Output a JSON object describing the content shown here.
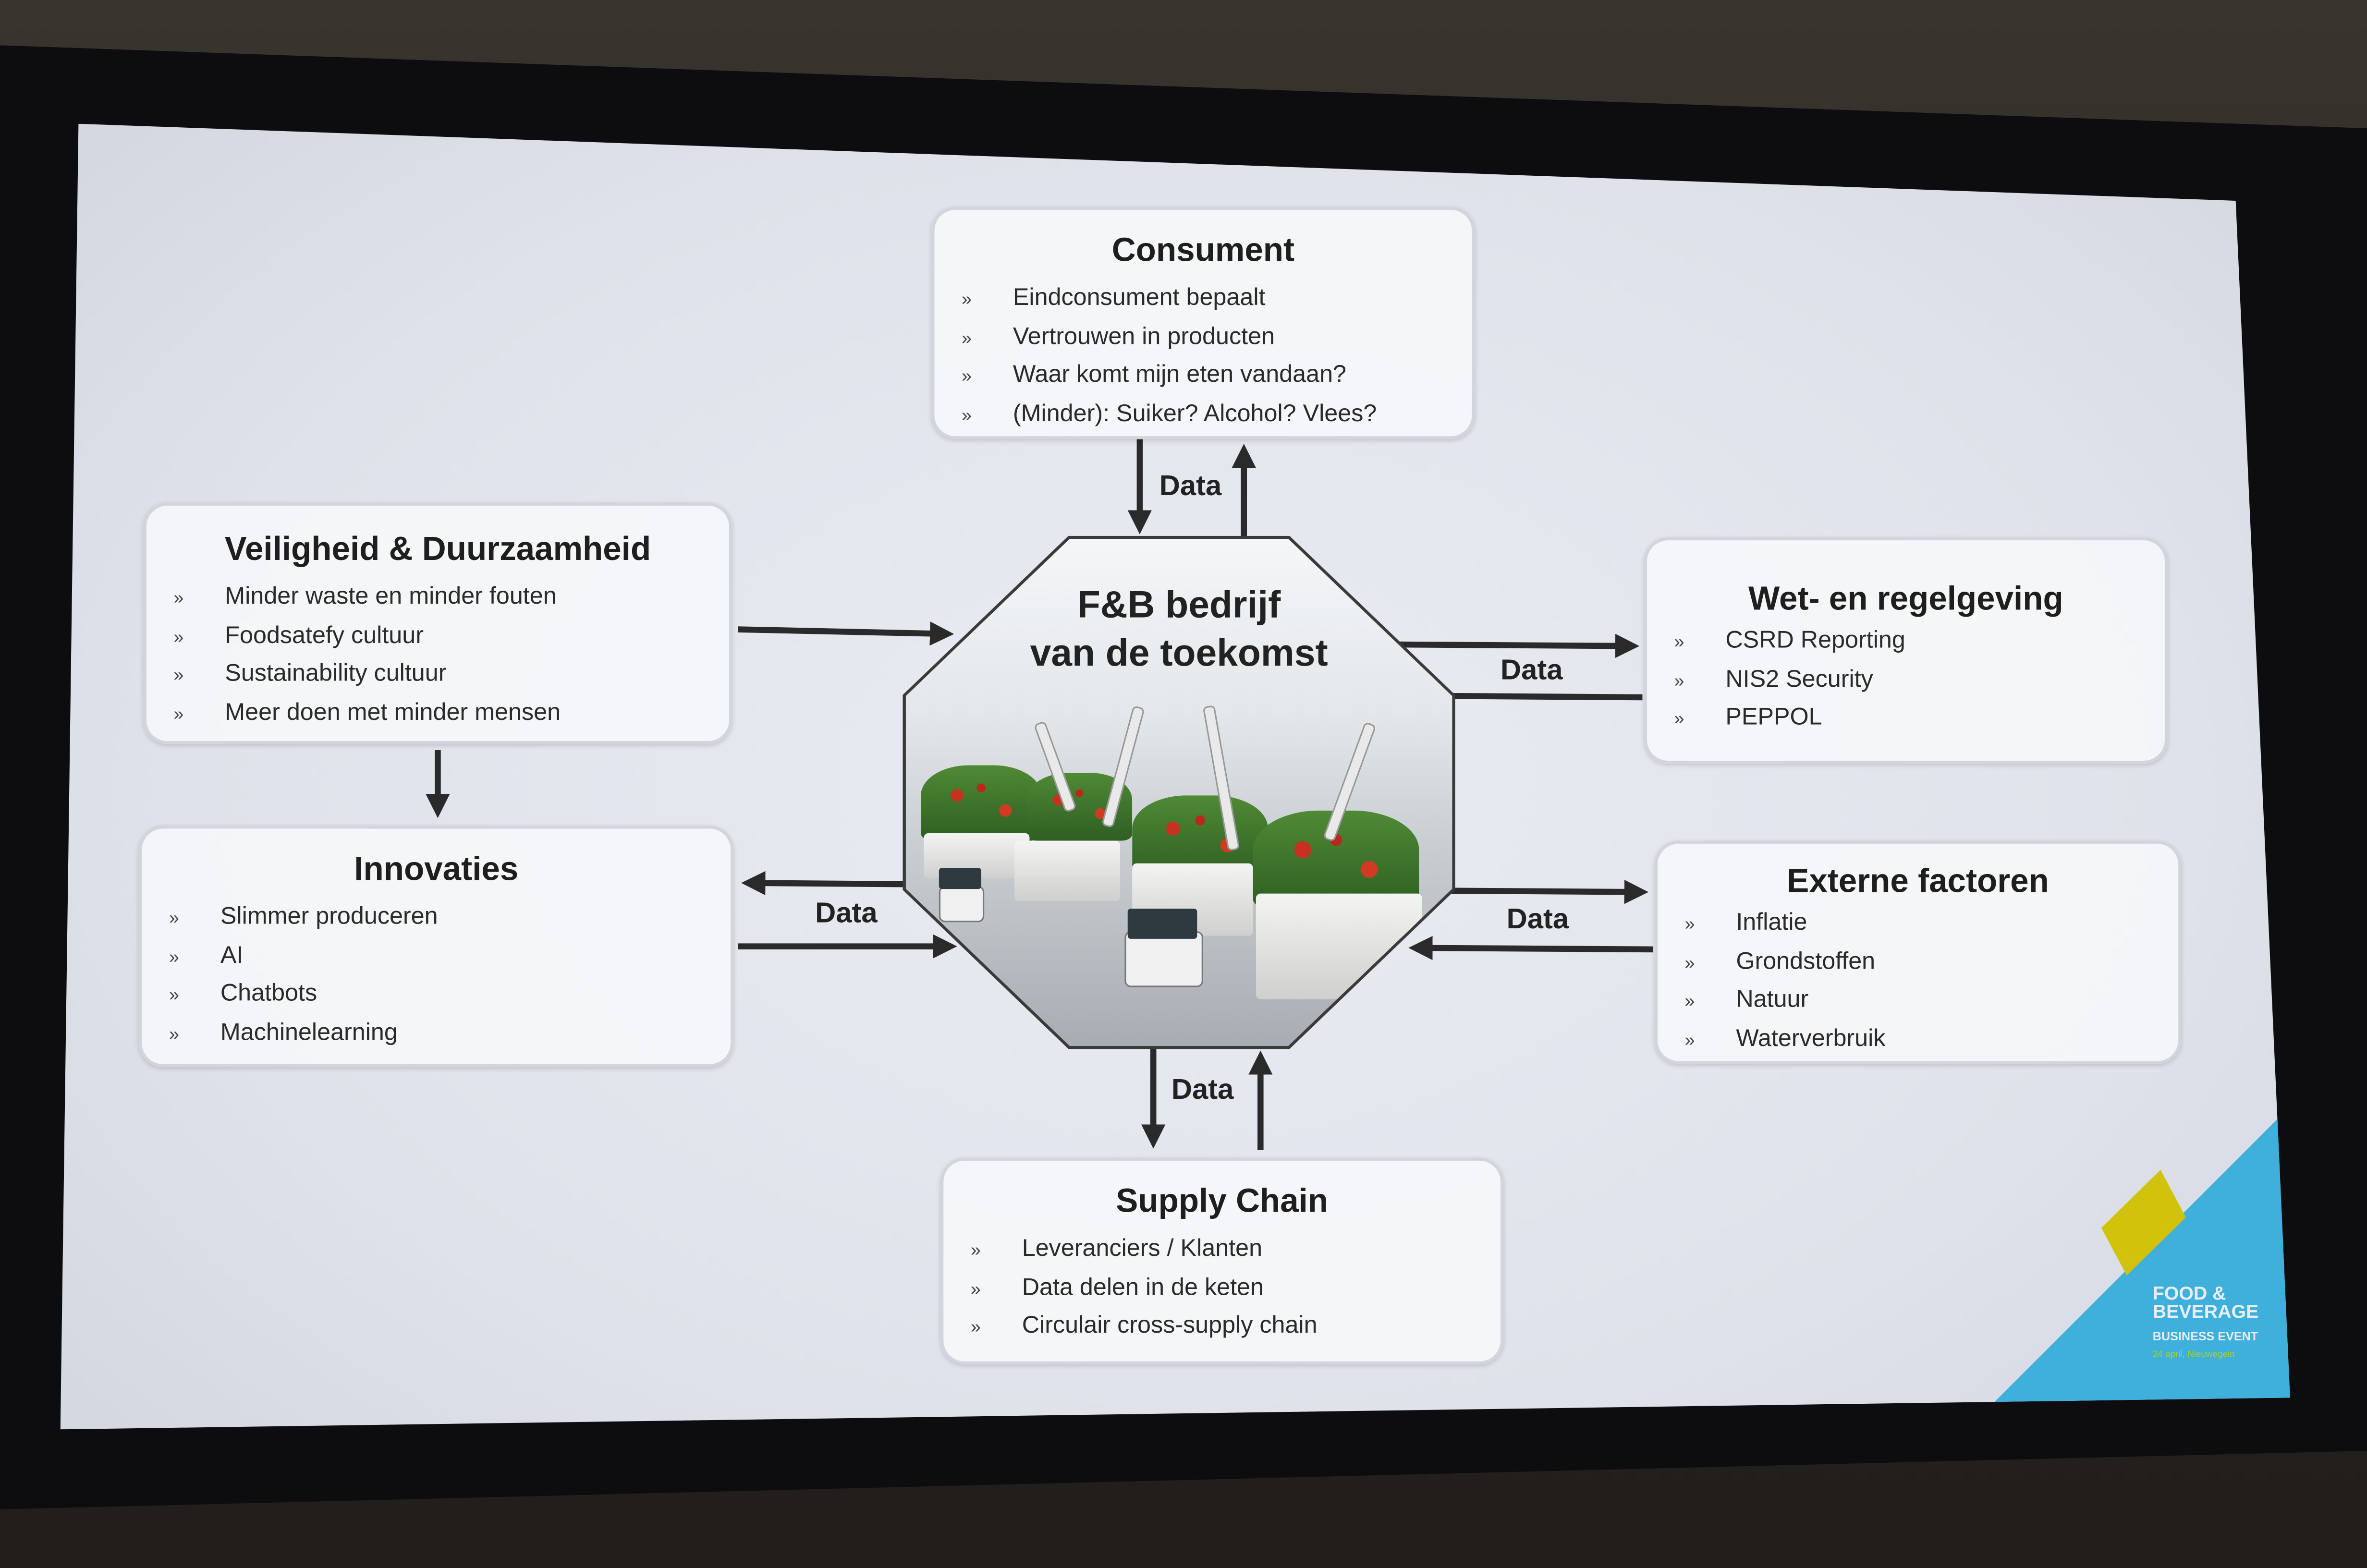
{
  "center": {
    "title_line1": "F&B bedrijf",
    "title_line2": "van de toekomst"
  },
  "boxes": {
    "consument": {
      "title": "Consument",
      "items": [
        "Eindconsument bepaalt",
        "Vertrouwen in producten",
        "Waar komt mijn eten vandaan?",
        "(Minder): Suiker? Alcohol? Vlees?"
      ]
    },
    "veiligheid": {
      "title": "Veiligheid & Duurzaamheid",
      "items": [
        "Minder waste en minder fouten",
        "Foodsatefy cultuur",
        "Sustainability cultuur",
        "Meer doen met minder mensen"
      ]
    },
    "wet": {
      "title": "Wet- en regelgeving",
      "items": [
        "CSRD Reporting",
        "NIS2 Security",
        "PEPPOL"
      ]
    },
    "innovaties": {
      "title": "Innovaties",
      "items": [
        "Slimmer produceren",
        "AI",
        "Chatbots",
        "Machinelearning"
      ]
    },
    "externe": {
      "title": "Externe factoren",
      "items": [
        "Inflatie",
        "Grondstoffen",
        "Natuur",
        "Waterverbruik"
      ]
    },
    "supply": {
      "title": "Supply Chain",
      "items": [
        "Leveranciers / Klanten",
        "Data delen in de keten",
        "Circulair cross-supply chain"
      ]
    }
  },
  "bullet": "»",
  "arrow_label": "Data",
  "logo": {
    "line1": "FOOD &",
    "line2": "BEVERAGE",
    "line3": "BUSINESS EVENT",
    "line4": "24 april, Nieuwegein"
  },
  "colors": {
    "logo_blue": "#3fb0dc",
    "logo_yellow": "#d1c30c",
    "arrow": "#2a2a2a"
  }
}
